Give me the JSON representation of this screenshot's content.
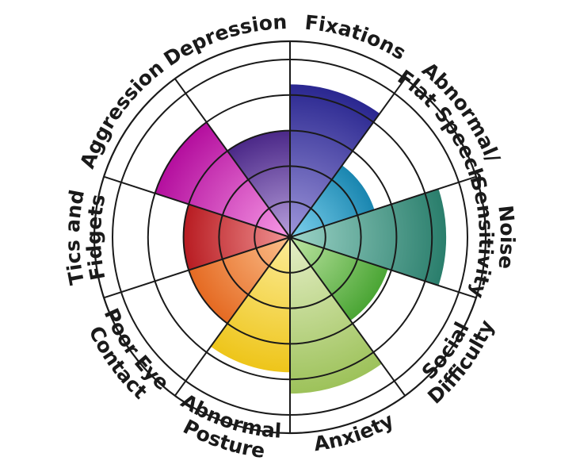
{
  "chart_data": {
    "type": "polar-area",
    "title": "",
    "rings": 5,
    "segments": [
      {
        "label": [
          "Fixations"
        ],
        "value": 4.3,
        "color_inner": "#9e96da",
        "color_outer": "#2a2790"
      },
      {
        "label": [
          "Abnormal/",
          "Flat Speech"
        ],
        "value": 2.5,
        "color_inner": "#7ed2ee",
        "color_outer": "#1a86b0"
      },
      {
        "label": [
          "Noise",
          "Sensitivity"
        ],
        "value": 4.4,
        "color_inner": "#9dd4c8",
        "color_outer": "#2a7e6c"
      },
      {
        "label": [
          "Social",
          "Difficulty"
        ],
        "value": 2.9,
        "color_inner": "#bfe6a4",
        "color_outer": "#4aa534"
      },
      {
        "label": [
          "Anxiety"
        ],
        "value": 4.4,
        "color_inner": "#e6efc8",
        "color_outer": "#9dc25a"
      },
      {
        "label": [
          "Abnormal",
          "Posture"
        ],
        "value": 3.8,
        "color_inner": "#fcec98",
        "color_outer": "#eec51a"
      },
      {
        "label": [
          "Poor Eye",
          "Contact"
        ],
        "value": 3.0,
        "color_inner": "#fbbf8c",
        "color_outer": "#e56a22"
      },
      {
        "label": [
          "Tics and",
          "Fidgets"
        ],
        "value": 3.0,
        "color_inner": "#f19494",
        "color_outer": "#b81c22"
      },
      {
        "label": [
          "Aggression"
        ],
        "value": 4.0,
        "color_inner": "#f79ae6",
        "color_outer": "#b40e9e"
      },
      {
        "label": [
          "Depression"
        ],
        "value": 3.0,
        "color_inner": "#b8a0dc",
        "color_outer": "#4b2888"
      }
    ]
  }
}
